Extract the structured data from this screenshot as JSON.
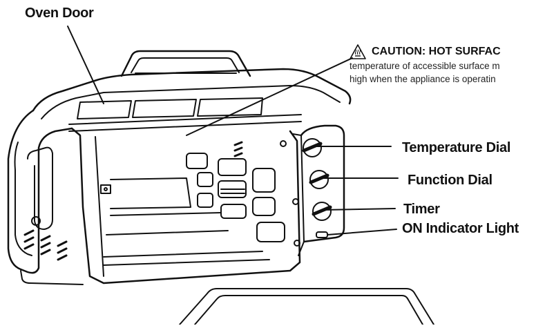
{
  "labels": {
    "oven_door": "Oven Door",
    "temperature_dial": "Temperature Dial",
    "function_dial": "Function Dial",
    "timer": "Timer",
    "on_indicator_light": "ON Indicator Light"
  },
  "caution": {
    "title": "CAUTION: HOT SURFAC",
    "line1": "temperature of accessible surface m",
    "line2": "high when the appliance is operatin",
    "icon": "hot-surface-warning-icon"
  },
  "colors": {
    "line": "#111111",
    "fill": "#ffffff"
  }
}
